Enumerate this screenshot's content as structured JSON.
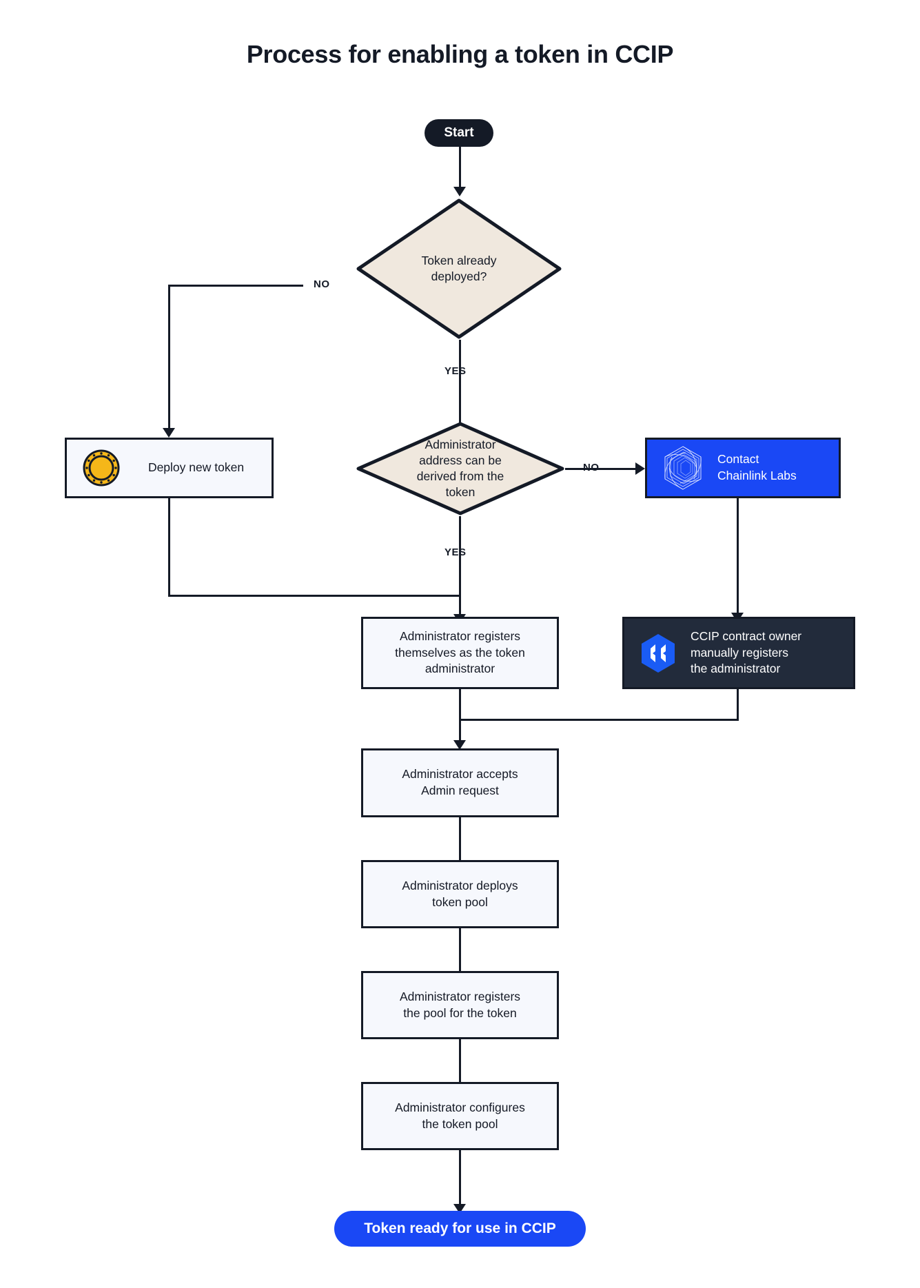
{
  "title": "Process for enabling a token in CCIP",
  "colors": {
    "ink": "#141A26",
    "brand_blue": "#1A48F5",
    "decision_fill": "#F0E8DE",
    "process_fill": "#F6F8FD",
    "dark_panel": "#222B3B",
    "coin_gold": "#F5B719",
    "page_background": "#FFFFFF"
  },
  "nodes": {
    "start": {
      "label": "Start",
      "shape": "pill",
      "style": "dark"
    },
    "decision_token_deployed": {
      "label": "Token already deployed?",
      "shape": "diamond",
      "lines": [
        "Token already",
        "deployed?"
      ]
    },
    "deploy_new_token": {
      "label": "Deploy new token",
      "shape": "process",
      "icon": "token-coin-icon"
    },
    "decision_admin_derived": {
      "label": "Administrator address can be derived from the token",
      "shape": "diamond",
      "lines": [
        "Administrator",
        "address can be",
        "derived from the",
        "token"
      ]
    },
    "contact_chainlink_labs": {
      "label": "Contact Chainlink Labs",
      "shape": "process",
      "style": "blue",
      "icon": "chainlink-labs-logo-icon",
      "lines": [
        "Contact",
        "Chainlink Labs"
      ]
    },
    "admin_registers_self": {
      "label": "Administrator registers themselves as the token administrator",
      "shape": "process",
      "lines": [
        "Administrator registers",
        "themselves as the token",
        "administrator"
      ]
    },
    "ccip_owner_registers": {
      "label": "CCIP contract owner manually registers the administrator",
      "shape": "process",
      "style": "dark",
      "icon": "ccip-logo-icon",
      "lines": [
        "CCIP contract owner",
        "manually registers",
        "the administrator"
      ]
    },
    "admin_accepts": {
      "label": "Administrator accepts Admin request",
      "shape": "process",
      "lines": [
        "Administrator accepts",
        "Admin request"
      ]
    },
    "admin_deploys_pool": {
      "label": "Administrator deploys token pool",
      "shape": "process",
      "lines": [
        "Administrator deploys",
        "token pool"
      ]
    },
    "admin_registers_pool": {
      "label": "Administrator registers the pool for the token",
      "shape": "process",
      "lines": [
        "Administrator registers",
        "the pool for the token"
      ]
    },
    "admin_configures_pool": {
      "label": "Administrator configures the token pool",
      "shape": "process",
      "lines": [
        "Administrator configures",
        "the token pool"
      ]
    },
    "end": {
      "label": "Token ready for use in CCIP",
      "shape": "pill",
      "style": "blue"
    }
  },
  "edge_labels": {
    "deployed_no": "NO",
    "deployed_yes": "YES",
    "derived_no": "NO",
    "derived_yes": "YES"
  }
}
